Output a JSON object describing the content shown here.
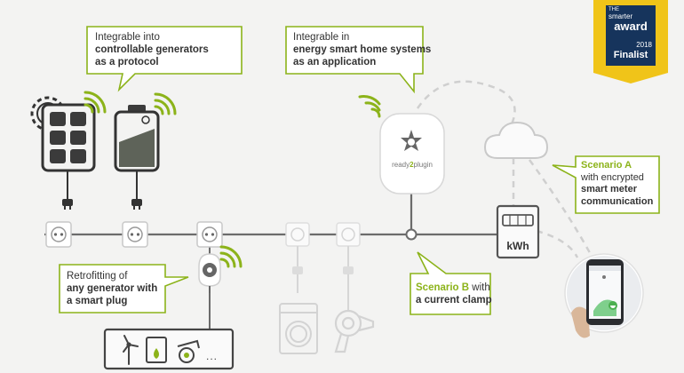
{
  "callouts": {
    "generators": {
      "l1": "Integrable into",
      "l2": "controllable generators",
      "l3": "as a protocol"
    },
    "smarthome": {
      "l1": "Integrable in",
      "l2": "energy smart home systems",
      "l3": "as an application"
    },
    "scenario_a": {
      "l1": "Scenario A",
      "l2": "with encrypted",
      "l3": "smart meter",
      "l4": "communication"
    },
    "scenario_b": {
      "l1a": "Scenario B",
      "l1b": " with",
      "l2": "a current clamp"
    },
    "retrofit": {
      "l1": "Retrofitting of",
      "l2": "any generator with",
      "l3": "a smart plug"
    }
  },
  "hub": {
    "brand_pre": "ready",
    "brand_num": "2",
    "brand_post": "plugin"
  },
  "meter": {
    "unit": "kWh"
  },
  "award": {
    "l1": "THE",
    "l2": "smarter",
    "l3": "award",
    "l4": "2018",
    "l5": "Finalist"
  },
  "generators_ellipsis": "...",
  "colors": {
    "accent": "#8cb31a",
    "ink": "#3b3b3b",
    "line": "#6b6b6b",
    "award_gold": "#f0c419",
    "award_blue": "#16345c"
  }
}
